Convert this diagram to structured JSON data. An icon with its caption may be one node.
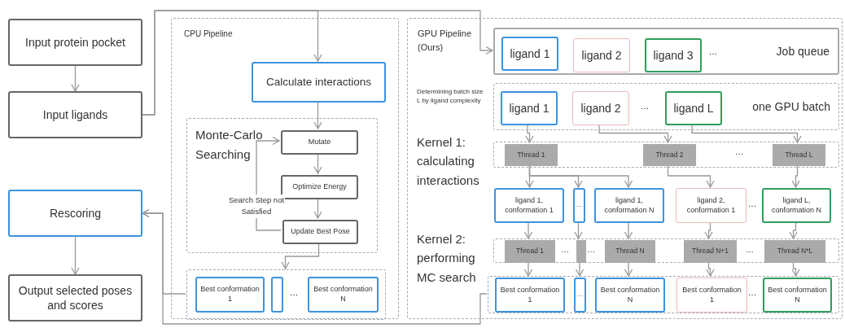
{
  "diagram": {
    "nodes": [
      {
        "text": [
          "Input protein pocket"
        ]
      },
      {
        "text": [
          "Input ligands"
        ]
      },
      {
        "text": [
          "Rescoring"
        ]
      },
      {
        "text": [
          "Output selected poses and scores"
        ]
      },
      {
        "text": [
          "CPU Pipeline"
        ]
      },
      {
        "text": [
          "Calculate interactions"
        ],
        "in": 4
      },
      {
        "text": [
          "Monte-Carlo Searching"
        ],
        "in": 4
      },
      {
        "text": [
          "Mutate"
        ],
        "in": 6
      },
      {
        "text": [
          "Optimize Energy"
        ],
        "in": 6
      },
      {
        "text": [
          "Update Best Pose"
        ],
        "in": 6
      },
      {
        "text": [],
        "shape": "box",
        "in": 4
      },
      {
        "text": [
          "Best conformation 1"
        ],
        "in": 10
      },
      {
        "text": [],
        "shape": "box",
        "in": 10
      },
      {
        "text": [
          "Best conformation N"
        ],
        "in": 10
      },
      {
        "text": [
          "GPU Pipeline (Ours)"
        ]
      },
      {
        "text": [
          "Job queue"
        ],
        "in": 14
      },
      {
        "text": [
          "ligand 1"
        ],
        "in": 15
      },
      {
        "text": [
          "ligand 2"
        ],
        "in": 15
      },
      {
        "text": [
          "ligand 3"
        ],
        "in": 15
      },
      {
        "text": [
          "one GPU batch"
        ],
        "in": 14
      },
      {
        "text": [
          "ligand 1"
        ],
        "in": 19
      },
      {
        "text": [
          "ligand 2"
        ],
        "in": 19
      },
      {
        "text": [
          "ligand L"
        ],
        "in": 19
      },
      {
        "text": [],
        "shape": "box",
        "in": 14
      },
      {
        "text": [
          "Thread 1"
        ],
        "in": 23
      },
      {
        "text": [
          "Thread 2"
        ],
        "in": 23
      },
      {
        "text": [
          "Thread L"
        ],
        "in": 23
      },
      {
        "text": [
          "ligand 1, conformation 1"
        ],
        "in": 14
      },
      {
        "text": [
          "…"
        ],
        "in": 14
      },
      {
        "text": [
          "ligand 1, conformation N"
        ],
        "in": 14
      },
      {
        "text": [
          "ligand 2, conformation 1"
        ],
        "in": 14
      },
      {
        "text": [
          "ligand L, conformation N"
        ],
        "in": 14
      },
      {
        "text": [],
        "shape": "box",
        "in": 14
      },
      {
        "text": [
          "Thread 1"
        ],
        "in": 32
      },
      {
        "text": [],
        "shape": "box",
        "in": 32
      },
      {
        "text": [
          "Thread N"
        ],
        "in": 32
      },
      {
        "text": [
          "Thread N+1"
        ],
        "in": 32
      },
      {
        "text": [
          "Thread N*L"
        ],
        "in": 32
      },
      {
        "text": [],
        "shape": "box",
        "in": 14
      },
      {
        "text": [
          "Best conformation 1"
        ],
        "in": 38
      },
      {
        "text": [
          "…"
        ],
        "in": 38
      },
      {
        "text": [
          "Best conformation N"
        ],
        "in": 38
      },
      {
        "text": [
          "Best conformation 1"
        ],
        "in": 38
      },
      {
        "text": [
          "Best conformation N"
        ],
        "in": 38
      }
    ],
    "edges": [
      {
        "from": 0,
        "to": 1,
        "arrow": "to"
      },
      {
        "from": 1,
        "to": 5,
        "arrow": "to"
      },
      {
        "from": 1,
        "to": 15,
        "arrow": "to"
      },
      {
        "from": 5,
        "to": 7,
        "arrow": "to"
      },
      {
        "from": 7,
        "to": 8,
        "arrow": "to"
      },
      {
        "from": 8,
        "to": 9,
        "arrow": "to"
      },
      {
        "from": 9,
        "to": 7,
        "arrow": "to",
        "label": "Search Step not Satisfied"
      },
      {
        "from": 9,
        "to": 10,
        "arrow": "to"
      },
      {
        "from": 10,
        "to": 2,
        "arrow": "to"
      },
      {
        "from": 38,
        "to": 2,
        "arrow": "to"
      },
      {
        "from": 2,
        "to": 3,
        "arrow": "to"
      },
      {
        "from": 20,
        "to": 24,
        "arrow": "to"
      },
      {
        "from": 21,
        "to": 25,
        "arrow": "to"
      },
      {
        "from": 22,
        "to": 26,
        "arrow": "to"
      },
      {
        "from": 24,
        "to": 27,
        "arrow": "to"
      },
      {
        "from": 24,
        "to": 28,
        "arrow": "to"
      },
      {
        "from": 24,
        "to": 29,
        "arrow": "to"
      },
      {
        "from": 25,
        "to": 30,
        "arrow": "to"
      },
      {
        "from": 26,
        "to": 31,
        "arrow": "to"
      },
      {
        "from": 27,
        "to": 33,
        "arrow": "to"
      },
      {
        "from": 28,
        "to": 34,
        "arrow": "to"
      },
      {
        "from": 29,
        "to": 35,
        "arrow": "to"
      },
      {
        "from": 30,
        "to": 36,
        "arrow": "to"
      },
      {
        "from": 31,
        "to": 37,
        "arrow": "to"
      },
      {
        "from": 33,
        "to": 39,
        "arrow": "to"
      },
      {
        "from": 34,
        "to": 40,
        "arrow": "to"
      },
      {
        "from": 35,
        "to": 41,
        "arrow": "to"
      },
      {
        "from": 36,
        "to": 42,
        "arrow": "to"
      },
      {
        "from": 37,
        "to": 43,
        "arrow": "to"
      }
    ],
    "labels": [
      "…",
      "Determining batch size L by ligand complexity",
      "…",
      "Kernel 1: calculating interactions",
      "…",
      "…",
      "Kernel 2: performing MC search",
      "…",
      "…",
      "…",
      "…",
      "…"
    ]
  }
}
